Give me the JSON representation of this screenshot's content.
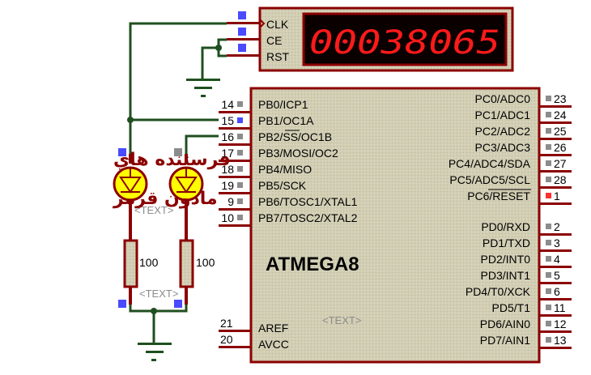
{
  "counter": {
    "pins": [
      "CLK",
      "CE",
      "RST"
    ],
    "display_value": "00038065",
    "display_color": "#ff1a1a"
  },
  "mcu": {
    "name": "ATMEGA8",
    "text_placeholder": "<TEXT>",
    "left_pins": [
      {
        "num": "14",
        "label": "PB0/ICP1"
      },
      {
        "num": "15",
        "label": "PB1/OC1A"
      },
      {
        "num": "16",
        "label": "PB2/SS/OC1B"
      },
      {
        "num": "17",
        "label": "PB3/MOSI/OC2"
      },
      {
        "num": "18",
        "label": "PB4/MISO"
      },
      {
        "num": "19",
        "label": "PB5/SCK"
      },
      {
        "num": "9",
        "label": "PB6/TOSC1/XTAL1"
      },
      {
        "num": "10",
        "label": "PB7/TOSC2/XTAL2"
      }
    ],
    "power_pins": [
      {
        "num": "21",
        "label": "AREF"
      },
      {
        "num": "20",
        "label": "AVCC"
      }
    ],
    "right_pins_c": [
      {
        "num": "23",
        "label": "PC0/ADC0"
      },
      {
        "num": "24",
        "label": "PC1/ADC1"
      },
      {
        "num": "25",
        "label": "PC2/ADC2"
      },
      {
        "num": "26",
        "label": "PC3/ADC3"
      },
      {
        "num": "27",
        "label": "PC4/ADC4/SDA"
      },
      {
        "num": "28",
        "label": "PC5/ADC5/SCL"
      },
      {
        "num": "1",
        "label": "PC6/RESET"
      }
    ],
    "right_pins_d": [
      {
        "num": "2",
        "label": "PD0/RXD"
      },
      {
        "num": "3",
        "label": "PD1/TXD"
      },
      {
        "num": "4",
        "label": "PD2/INT0"
      },
      {
        "num": "5",
        "label": "PD3/INT1"
      },
      {
        "num": "6",
        "label": "PD4/T0/XCK"
      },
      {
        "num": "11",
        "label": "PD5/T1"
      },
      {
        "num": "12",
        "label": "PD6/AIN0"
      },
      {
        "num": "13",
        "label": "PD7/AIN1"
      }
    ]
  },
  "leds": {
    "text_placeholder": "<TEXT>",
    "annotation_line1": "فرستنده هاي",
    "annotation_line2": "مادون قرمز"
  },
  "resistors": {
    "values": [
      "100",
      "100"
    ],
    "text_placeholder": "<TEXT>"
  },
  "colors": {
    "wire": "#1f4f1f",
    "pin": "#8b0000",
    "body": "#cfcbb0",
    "led_fill": "#ffff00",
    "logic_high": "#4a4aff",
    "logic_low": "#8c8c8c",
    "logic_red": "#ff3030"
  }
}
